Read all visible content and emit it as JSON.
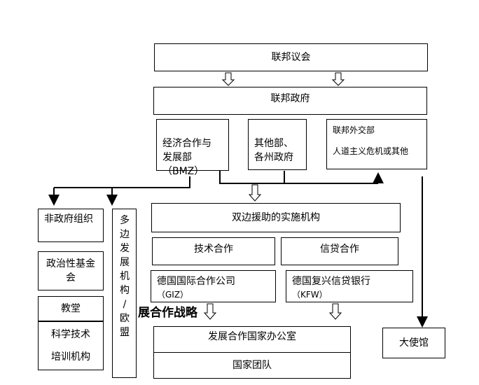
{
  "boxes": {
    "federal_parliament": "联邦议会",
    "federal_government": "联邦政府",
    "bmz": "经济合作与\n发展部\n（BMZ）",
    "other_ministries": "其他部、\n各州政府",
    "foreign_office_title": "联邦外交部",
    "foreign_office_sub": "人道主义危机或其他",
    "bilateral_agencies": "双边援助的实施机构",
    "technical_cooperation": "技术合作",
    "credit_cooperation": "信贷合作",
    "giz": "德国国际合作公司",
    "giz_abbr": "（GIZ）",
    "kfw": "德国复兴信贷银行",
    "kfw_abbr": "（KFW）",
    "country_office": "发展合作国家办公室",
    "country_team": "国家团队",
    "embassy": "大使馆",
    "ngo": "非政府组织",
    "political_foundations": "政治性基金\n会",
    "churches": "教堂",
    "training": "科学技术\n培训机构",
    "multilateral": "多\n边\n发\n展\n机\n构\n/\n欧\n盟"
  },
  "overlay_text": "展合作战略"
}
